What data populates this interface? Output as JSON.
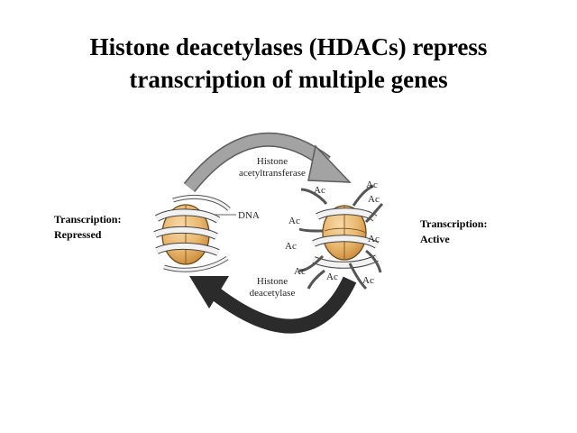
{
  "title": {
    "line1": "Histone deacetylases (HDACs) repress",
    "line2": "transcription of multiple genes"
  },
  "left_label": {
    "line1": "Transcription:",
    "line2": "Repressed"
  },
  "right_label": {
    "line1": "Transcription:",
    "line2": "Active"
  },
  "diagram": {
    "top_arrow": {
      "line1": "Histone",
      "line2": "acetyltransferase"
    },
    "bottom_arrow": {
      "line1": "Histone",
      "line2": "deacetylase"
    },
    "dna_label": "DNA",
    "acetyl_tag": "Ac",
    "colors": {
      "top_arrow": "#9c9c9c",
      "bottom_arrow": "#2b2b2b",
      "histone_fill": "#e9b66d",
      "histone_shade": "#c98a3a",
      "dna_strand": "#f2f2f2"
    }
  }
}
